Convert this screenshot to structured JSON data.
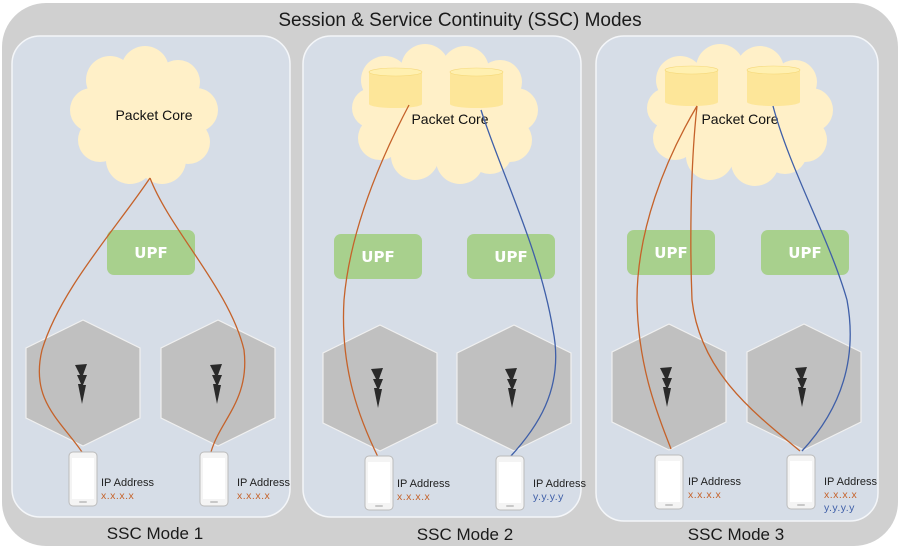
{
  "title": "Session & Service Continuity (SSC) Modes",
  "colors": {
    "outer_bg": "#d0d0d0",
    "panel_bg": "#d6dde7",
    "cloud": "#fff0c8",
    "database": "#fde699",
    "upf": "#a8d08d",
    "cell": "#c0c0c0",
    "session_x": "#c5622a",
    "session_y": "#3f5fa8"
  },
  "panels": [
    {
      "mode_label": "SSC Mode 1",
      "core_label": "Packet Core",
      "upfs": [
        {
          "label": "UPF"
        }
      ],
      "devices": [
        {
          "ip_label": "IP Address",
          "addresses": [
            {
              "value": "x.x.x.x",
              "session": "x"
            }
          ]
        },
        {
          "ip_label": "IP Address",
          "addresses": [
            {
              "value": "x.x.x.x",
              "session": "x"
            }
          ]
        }
      ]
    },
    {
      "mode_label": "SSC Mode 2",
      "core_label": "Packet Core",
      "upfs": [
        {
          "label": "UPF"
        },
        {
          "label": "UPF"
        }
      ],
      "devices": [
        {
          "ip_label": "IP Address",
          "addresses": [
            {
              "value": "x.x.x.x",
              "session": "x"
            }
          ]
        },
        {
          "ip_label": "IP Address",
          "addresses": [
            {
              "value": "y.y.y.y",
              "session": "y"
            }
          ]
        }
      ]
    },
    {
      "mode_label": "SSC Mode 3",
      "core_label": "Packet Core",
      "upfs": [
        {
          "label": "UPF"
        },
        {
          "label": "UPF"
        }
      ],
      "devices": [
        {
          "ip_label": "IP Address",
          "addresses": [
            {
              "value": "x.x.x.x",
              "session": "x"
            }
          ]
        },
        {
          "ip_label": "IP Address",
          "addresses": [
            {
              "value": "x.x.x.x",
              "session": "x"
            },
            {
              "value": "y.y.y.y",
              "session": "y"
            }
          ]
        }
      ]
    }
  ]
}
